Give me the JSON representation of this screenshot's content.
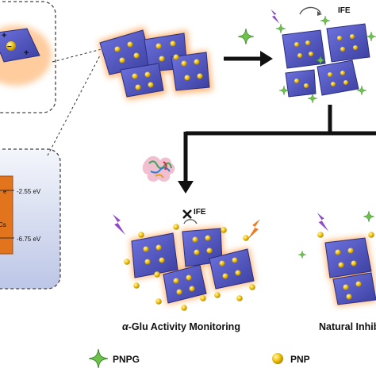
{
  "labels": {
    "ife_top": "IFE",
    "ife_blocked": "IFE",
    "cb_energy": "-2.55 eV",
    "vb_energy": "-6.75 eV",
    "electron": "e⁻",
    "band_label": "Cs",
    "caption_left_prefix": "α",
    "caption_left_rest": "-Glu Activity Monitoring",
    "caption_right": "Natural Inhibitor",
    "legend_pnpg": "PNPG",
    "legend_pnp": "PNP"
  },
  "colors": {
    "plate": "#4b4fb8",
    "plate_dark": "#2c2f80",
    "glow": "#ff9a3c",
    "star": "#6dc24b",
    "dot": "#f2c40f",
    "bolt_purple": "#8e49c8",
    "bolt_orange": "#f07a1e",
    "band_bg": "#c8d0ea",
    "band_orange": "#e2741e"
  },
  "icons": [
    "star-icon",
    "dot-icon",
    "lightning-icon",
    "cross-icon",
    "enzyme-icon",
    "arrow-icon"
  ]
}
